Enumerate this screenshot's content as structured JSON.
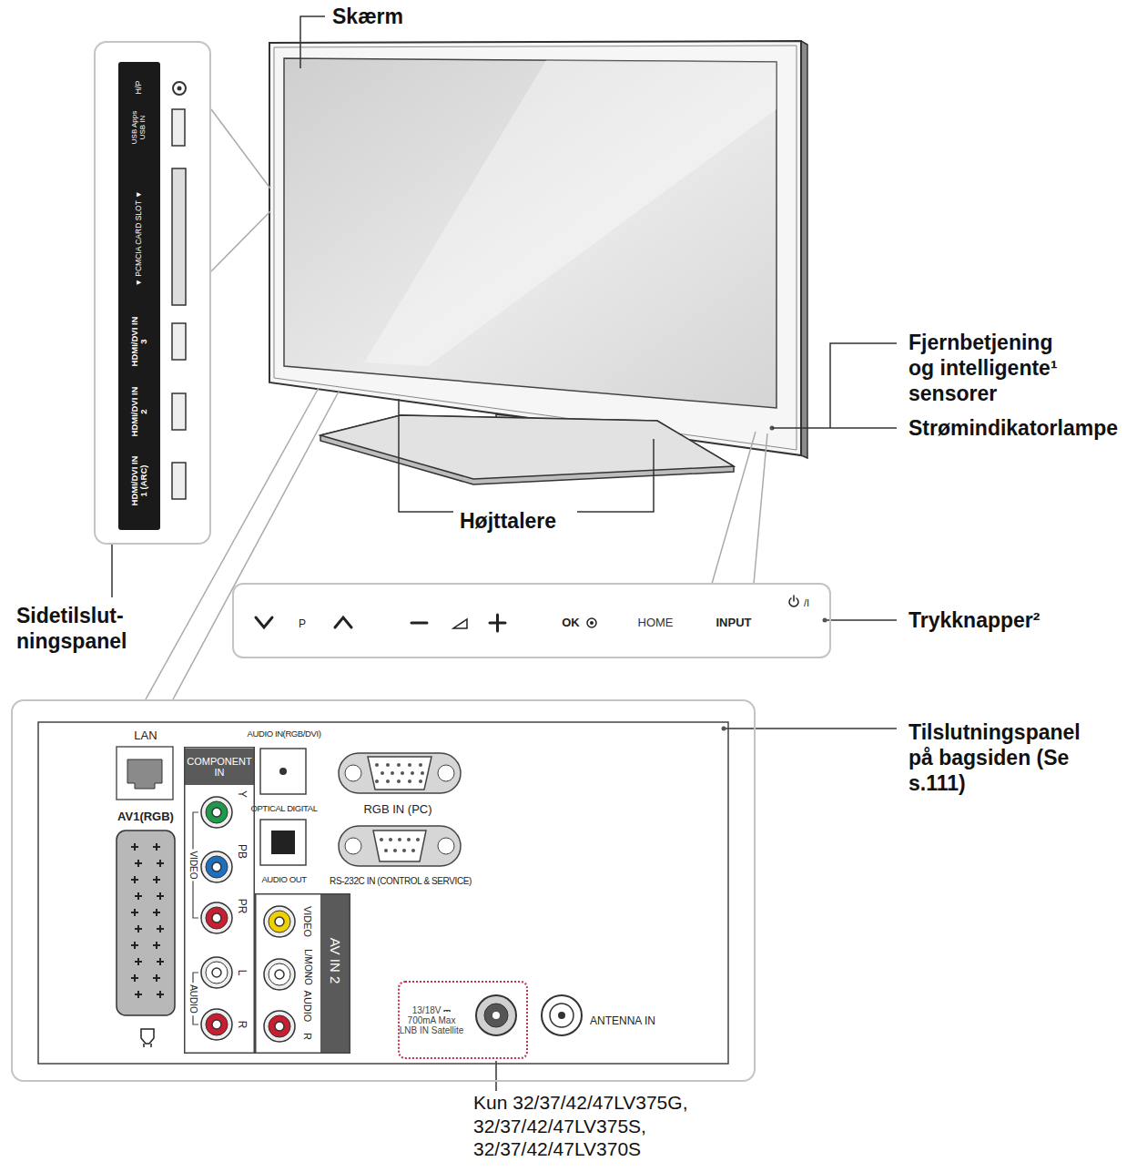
{
  "diagram": {
    "nodes": [
      {
        "text": [
          "H/P",
          "USB Apps USB IN",
          "▼ PCMCIA CARD SLOT ▼",
          "HDMI/DVI IN 3",
          "HDMI/DVI IN 2",
          "HDMI/DVI IN 1 (ARC)"
        ]
      },
      {
        "text": [
          "P",
          "OK",
          "HOME",
          "INPUT",
          "/I"
        ]
      },
      {
        "text": [
          "LAN",
          "AV1(RGB)",
          "AUDIO IN(RGB/DVI)",
          "OPTICAL DIGITAL",
          "RGB IN (PC)",
          "AUDIO OUT",
          "RS-232C IN (CONTROL & SERVICE)",
          "ANTENNA IN"
        ]
      },
      {
        "text": [
          "COMPONENT IN",
          "Y",
          "PB",
          "VIDEO",
          "PR",
          "L",
          "AUDIO",
          "R"
        ],
        "in": 2
      },
      {
        "text": [
          "AV IN 2",
          "VIDEO",
          "L/MONO",
          "AUDIO",
          "R"
        ],
        "in": 2
      },
      {
        "text": [
          "13/18V ⎓ 700mA Max LNB IN Satellite"
        ],
        "in": 2
      }
    ],
    "labels": [
      "Skærm",
      "Fjernbetjening og intelligente¹ sensorer",
      "Strømindikatorlampe",
      "Højttalere",
      "Sidetilslut- ningspanel",
      "Trykknapper²",
      "Tilslutningspanel på bagsiden (Se s.111)",
      "Kun 32/37/42/47LV375G, 32/37/42/47LV375S, 32/37/42/47LV370S"
    ]
  }
}
